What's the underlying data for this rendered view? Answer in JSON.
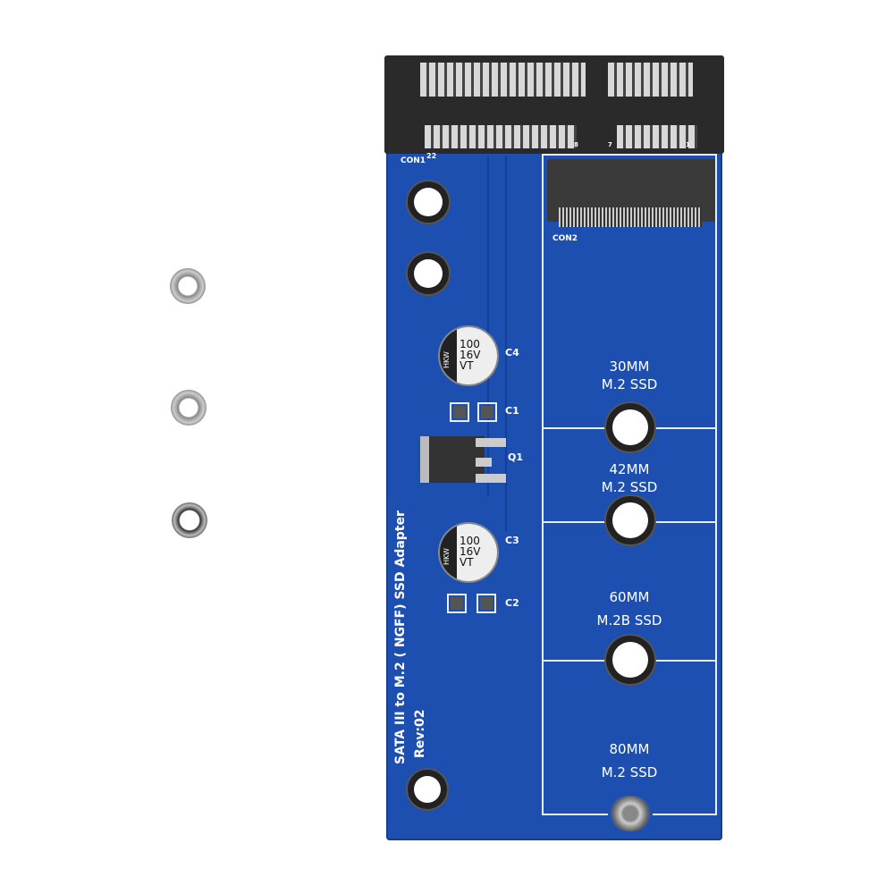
{
  "board": {
    "title": "SATA III to M.2 ( NGFF) SSD Adapter",
    "revision": "Rev:02",
    "connectors": {
      "con1": "CON1",
      "con1_pin": "22",
      "con2": "CON2",
      "sata_pin_8": "8",
      "sata_pin_7": "7",
      "sata_pin_1": "1"
    },
    "components": {
      "c1": "C1",
      "c2": "C2",
      "c3": "C3",
      "c4": "C4",
      "q1": "Q1"
    },
    "capacitor_marking": {
      "brand": "HKW",
      "line1": "100",
      "line2": "16V",
      "line3": "VT"
    },
    "zones": [
      {
        "line1": "30MM",
        "line2": "M.2  SSD"
      },
      {
        "line1": "42MM",
        "line2": "M.2  SSD"
      },
      {
        "line1": "60MM",
        "line2": "M.2B  SSD"
      },
      {
        "line1": "80MM",
        "line2": "M.2  SSD"
      }
    ],
    "colors": {
      "pcb": "#1d4fb0",
      "silkscreen": "#ffffff",
      "connector": "#2a2a2a"
    }
  },
  "accessories": {
    "screws": 3
  }
}
